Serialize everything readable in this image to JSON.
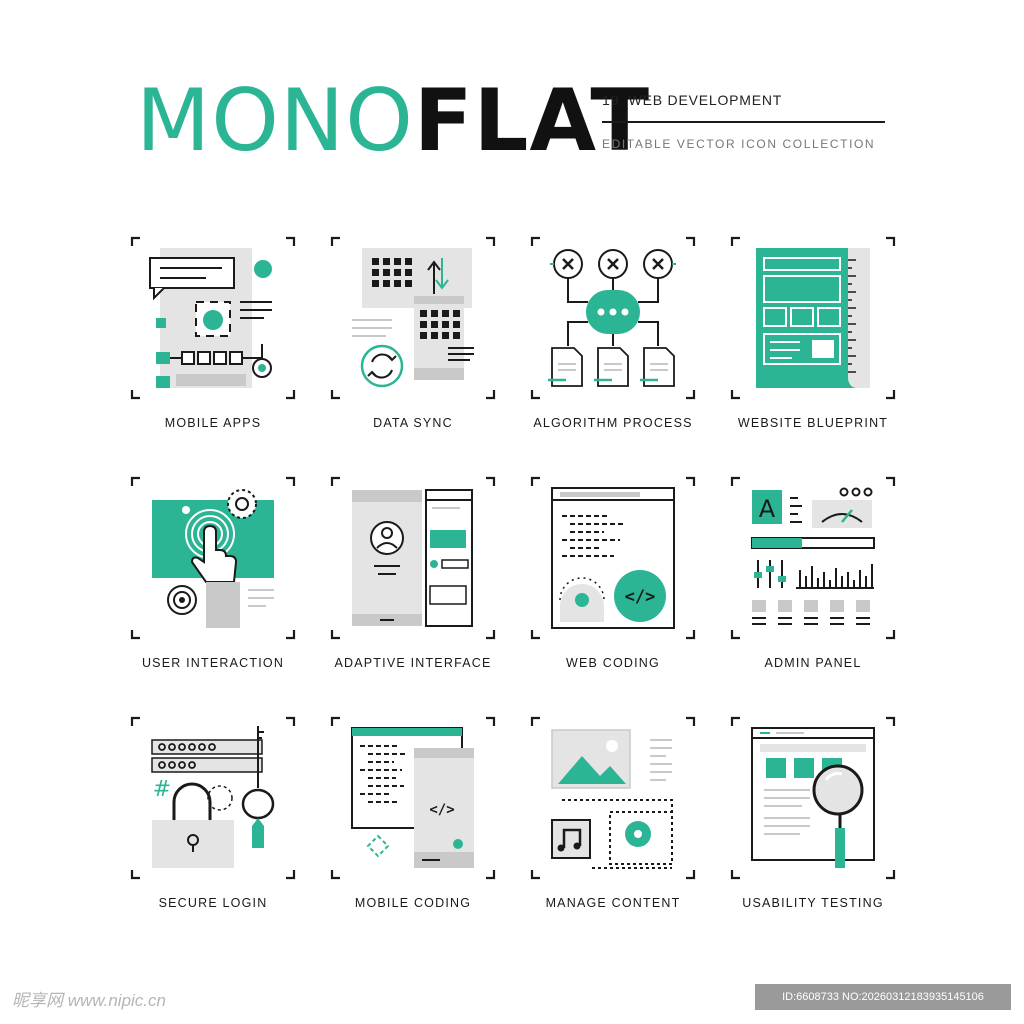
{
  "header": {
    "brand_part1": "MONO",
    "brand_part2": "FLAT",
    "series_title": "19. WEB DEVELOPMENT",
    "subtitle": "EDITABLE VECTOR ICON COLLECTION"
  },
  "colors": {
    "accent": "#2bb594",
    "ink": "#1a1a1a",
    "light_gray": "#e4e4e4",
    "mid_gray": "#c9c9c9"
  },
  "icons": [
    {
      "label": "MOBILE APPS",
      "icon": "mobile-apps-icon"
    },
    {
      "label": "DATA SYNC",
      "icon": "data-sync-icon"
    },
    {
      "label": "ALGORITHM PROCESS",
      "icon": "algorithm-process-icon"
    },
    {
      "label": "WEBSITE BLUEPRINT",
      "icon": "website-blueprint-icon"
    },
    {
      "label": "USER INTERACTION",
      "icon": "user-interaction-icon"
    },
    {
      "label": "ADAPTIVE INTERFACE",
      "icon": "adaptive-interface-icon"
    },
    {
      "label": "WEB CODING",
      "icon": "web-coding-icon"
    },
    {
      "label": "ADMIN PANEL",
      "icon": "admin-panel-icon"
    },
    {
      "label": "SECURE LOGIN",
      "icon": "secure-login-icon"
    },
    {
      "label": "MOBILE CODING",
      "icon": "mobile-coding-icon"
    },
    {
      "label": "MANAGE CONTENT",
      "icon": "manage-content-icon"
    },
    {
      "label": "USABILITY TESTING",
      "icon": "usability-testing-icon"
    }
  ],
  "glyphs": {
    "letter_a": "A",
    "code_tag": "</>",
    "hash": "#"
  },
  "footer": {
    "watermark": "昵享网 www.nipic.cn",
    "image_id": "ID:6608733 NO:20260312183935145106"
  }
}
